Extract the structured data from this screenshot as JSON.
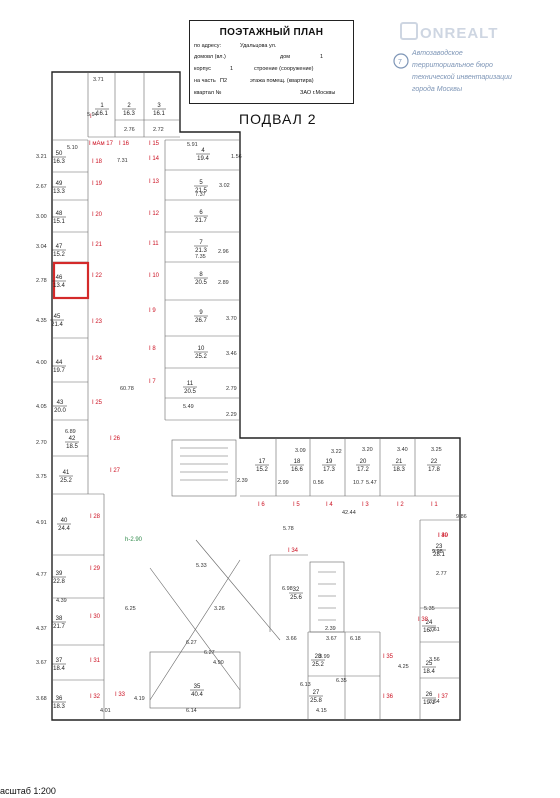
{
  "header": {
    "title": "ПОЭТАЖНЫЙ ПЛАН",
    "address_label": "по адресу:",
    "address_value": "Удальцова ул.",
    "building_label": "домовл (вл.)",
    "house_label": "дом",
    "house_value": "1",
    "corpus_label": "корпус",
    "corpus_value": "1",
    "structure_label": "строение (сооружение)",
    "part_label": "на часть",
    "part_value": "П2",
    "floor_label": "этажа помещ. (квартира)",
    "quarter_label": "квартал №",
    "district_value": "ЗАО г.Москвы"
  },
  "floor_title": "ПОДВАЛ 2",
  "scale_text": "асштаб 1:200",
  "stamp_lines": [
    "Автозаводское",
    "территориальное бюро",
    "технической инвентаризации",
    "города Москвы"
  ],
  "watermark": "ONREALT",
  "rooms": [
    {
      "n": "1",
      "a": "16.1"
    },
    {
      "n": "2",
      "a": "16.3"
    },
    {
      "n": "3",
      "a": "16.1"
    },
    {
      "n": "4",
      "a": "19.4"
    },
    {
      "n": "5",
      "a": "21.5"
    },
    {
      "n": "6",
      "a": "21.7"
    },
    {
      "n": "7",
      "a": "21.3"
    },
    {
      "n": "8",
      "a": "20.5"
    },
    {
      "n": "9",
      "a": "26.7"
    },
    {
      "n": "10",
      "a": "25.2"
    },
    {
      "n": "11",
      "a": "20.5"
    },
    {
      "n": "17",
      "a": "15.2"
    },
    {
      "n": "18",
      "a": "16.6"
    },
    {
      "n": "19",
      "a": "17.3"
    },
    {
      "n": "20",
      "a": "17.2"
    },
    {
      "n": "21",
      "a": "18.3"
    },
    {
      "n": "22",
      "a": "17.8"
    },
    {
      "n": "23",
      "a": "28.1"
    },
    {
      "n": "24",
      "a": "16.7"
    },
    {
      "n": "25",
      "a": "18.4"
    },
    {
      "n": "26",
      "a": "19.1"
    },
    {
      "n": "27",
      "a": "25.8"
    },
    {
      "n": "28",
      "a": "25.2"
    },
    {
      "n": "32",
      "a": "25.6"
    },
    {
      "n": "35",
      "a": "40.4"
    },
    {
      "n": "36",
      "a": "18.3"
    },
    {
      "n": "37",
      "a": "18.4"
    },
    {
      "n": "38",
      "a": "21.7"
    },
    {
      "n": "39",
      "a": "22.8"
    },
    {
      "n": "40",
      "a": "24.4"
    },
    {
      "n": "41",
      "a": "25.2"
    },
    {
      "n": "42",
      "a": "18.5"
    },
    {
      "n": "43",
      "a": "20.0"
    },
    {
      "n": "44",
      "a": "19.7"
    },
    {
      "n": "45",
      "a": "21.4"
    },
    {
      "n": "46",
      "a": "13.4"
    },
    {
      "n": "47",
      "a": "15.2"
    },
    {
      "n": "48",
      "a": "15.1"
    },
    {
      "n": "49",
      "a": "13.3"
    },
    {
      "n": "50",
      "a": "16.3"
    }
  ],
  "parking_labels": [
    "I",
    "I 1",
    "I 2",
    "I 3",
    "I 4",
    "I 5",
    "I 6",
    "I 7",
    "I 8",
    "I 9",
    "I 10",
    "I 11",
    "I 12",
    "I 13",
    "I 14",
    "I 15",
    "I 16",
    "I мАм 17",
    "I 18",
    "I 19",
    "I 20",
    "I 21",
    "I 22",
    "I 23",
    "I 24",
    "I 25",
    "I 26",
    "I 27",
    "I 28",
    "I 29",
    "I 30",
    "I 31",
    "I 32",
    "I 33",
    "I 34",
    "I 35",
    "I 36",
    "I 37",
    "I 38",
    "I 39",
    "I 40"
  ],
  "dimensions": [
    "3.71",
    "5.94",
    "2.76",
    "2.72",
    "5.91",
    "1.56",
    "7.37",
    "3.02",
    "7.35",
    "2.96",
    "2.89",
    "3.70",
    "3.46",
    "2.79",
    "5.49",
    "2.29",
    "7.31",
    "3.21",
    "5.10",
    "2.67",
    "3.00",
    "3.04",
    "2.78",
    "4.35",
    "4.00",
    "4.05",
    "6.89",
    "2.70",
    "3.75",
    "60.78",
    "4.91",
    "4.77",
    "4.39",
    "4.37",
    "3.67",
    "3.68",
    "4.01",
    "4.19",
    "6.14",
    "6.27",
    "4.90",
    "6.27",
    "6.25",
    "5.33",
    "3.26",
    "5.78",
    "42.44",
    "9.86",
    "9.98",
    "2.77",
    "5.35",
    "3.61",
    "3.56",
    "3.64",
    "6.98",
    "3.67",
    "2.39",
    "3.66",
    "6.18",
    "6.35",
    "3.99",
    "4.15",
    "6.13",
    "4.25",
    "3.09",
    "3.22",
    "3.20",
    "3.40",
    "3.25",
    "5.47",
    "2.39",
    "2.99",
    "0.56",
    "10.7"
  ],
  "annotations": {
    "height_mark": "h-2.90"
  },
  "colors": {
    "line": "#222222",
    "partition": "#777777",
    "parking": "#cc1122",
    "highlight": "#d42a2a",
    "stamp": "#7d95b6",
    "watermark": "#ced6e2",
    "green": "#2f8a4a"
  }
}
